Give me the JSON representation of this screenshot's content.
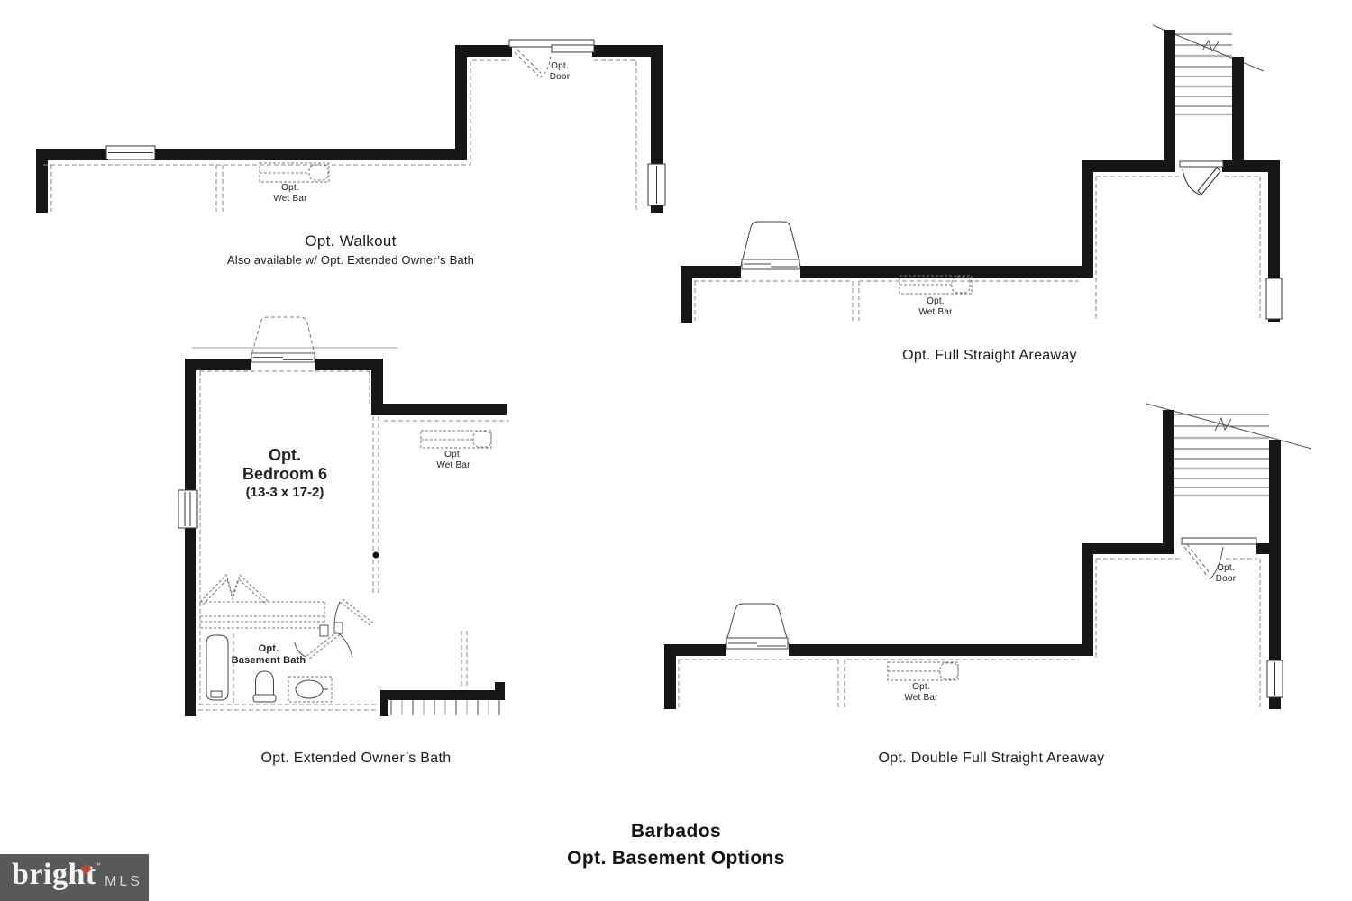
{
  "title": {
    "line1": "Barbados",
    "line2": "Opt. Basement Options"
  },
  "logo": {
    "brand": "bright",
    "tm": "™",
    "suffix": "MLS",
    "background_color": "#58595b",
    "diamond_color": "#bf4a2d"
  },
  "plans": {
    "walkout": {
      "caption": "Opt. Walkout",
      "subcaption": "Also available w/ Opt. Extended Owner’s Bath",
      "door_label_line1": "Opt.",
      "door_label_line2": "Door",
      "wetbar_line1": "Opt.",
      "wetbar_line2": "Wet Bar"
    },
    "full_straight": {
      "caption": "Opt. Full Straight Areaway",
      "wetbar_line1": "Opt.",
      "wetbar_line2": "Wet Bar"
    },
    "extended_bath": {
      "caption": "Opt. Extended Owner’s Bath",
      "room_line1": "Opt.",
      "room_line2": "Bedroom 6",
      "room_line3": "(13-3 x 17-2)",
      "bath_line1": "Opt.",
      "bath_line2": "Basement Bath",
      "wetbar_line1": "Opt.",
      "wetbar_line2": "Wet Bar"
    },
    "double_full": {
      "caption": "Opt. Double Full Straight Areaway",
      "door_label_line1": "Opt.",
      "door_label_line2": "Door",
      "wetbar_line1": "Opt.",
      "wetbar_line2": "Wet Bar"
    }
  }
}
